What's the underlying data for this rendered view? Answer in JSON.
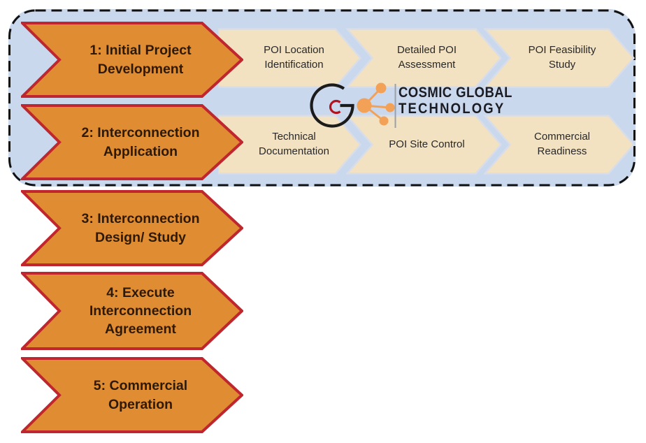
{
  "title": "Interconnection process flow diagram",
  "colors": {
    "panel_blue": "#cad8ee",
    "step_fill": "#e08c33",
    "step_border": "#bf262d",
    "step_text": "#2e1a04",
    "substep_fill": "#f2e2c2",
    "substep_border": "#d8dde8",
    "substep_text": "#282828",
    "dashed_outline": "#111111",
    "logo_black": "#1b1b1b",
    "logo_red": "#b3121c",
    "logo_orange": "#f2a157"
  },
  "steps": [
    {
      "label": "1: Initial Project\nDevelopment"
    },
    {
      "label": "2: Interconnection\nApplication"
    },
    {
      "label": "3: Interconnection\nDesign/ Study"
    },
    {
      "label": "4: Execute\nInterconnection\nAgreement"
    },
    {
      "label": "5: Commercial\nOperation"
    }
  ],
  "substeps": {
    "row1": [
      {
        "label": "POI Location\nIdentification"
      },
      {
        "label": "Detailed POI\nAssessment"
      },
      {
        "label": "POI Feasibility\nStudy"
      }
    ],
    "row2": [
      {
        "label": "Technical\nDocumentation"
      },
      {
        "label": "POI Site Control"
      },
      {
        "label": "Commercial\nReadiness"
      }
    ]
  },
  "logo": {
    "company_line1": "COSMIC GLOBAL",
    "company_line2": "TECHNOLOGY"
  }
}
